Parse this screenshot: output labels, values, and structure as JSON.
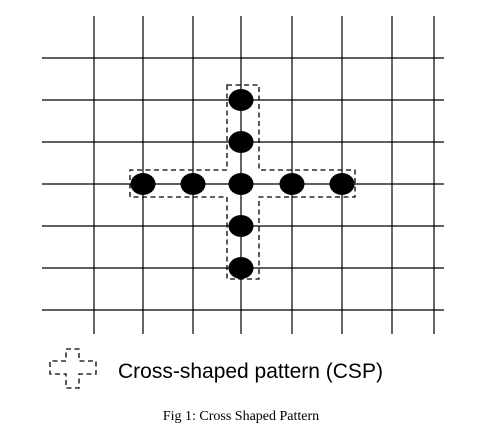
{
  "figure": {
    "legend_label": "Cross-shaped pattern (CSP)",
    "legend_icon": "dashed-cross-icon",
    "caption": "Fig 1: Cross Shaped Pattern"
  },
  "grid": {
    "columns": 8,
    "rows": 7
  },
  "pattern": {
    "name": "Cross-shaped pattern (CSP)",
    "center": {
      "col": 4,
      "row": 3
    },
    "nodes": [
      {
        "col": 4,
        "row": 1
      },
      {
        "col": 4,
        "row": 2
      },
      {
        "col": 2,
        "row": 3
      },
      {
        "col": 3,
        "row": 3
      },
      {
        "col": 4,
        "row": 3
      },
      {
        "col": 5,
        "row": 3
      },
      {
        "col": 6,
        "row": 3
      },
      {
        "col": 4,
        "row": 4
      },
      {
        "col": 4,
        "row": 5
      }
    ]
  },
  "colors": {
    "lines": "#000000",
    "nodes": "#000000",
    "background": "#ffffff"
  }
}
